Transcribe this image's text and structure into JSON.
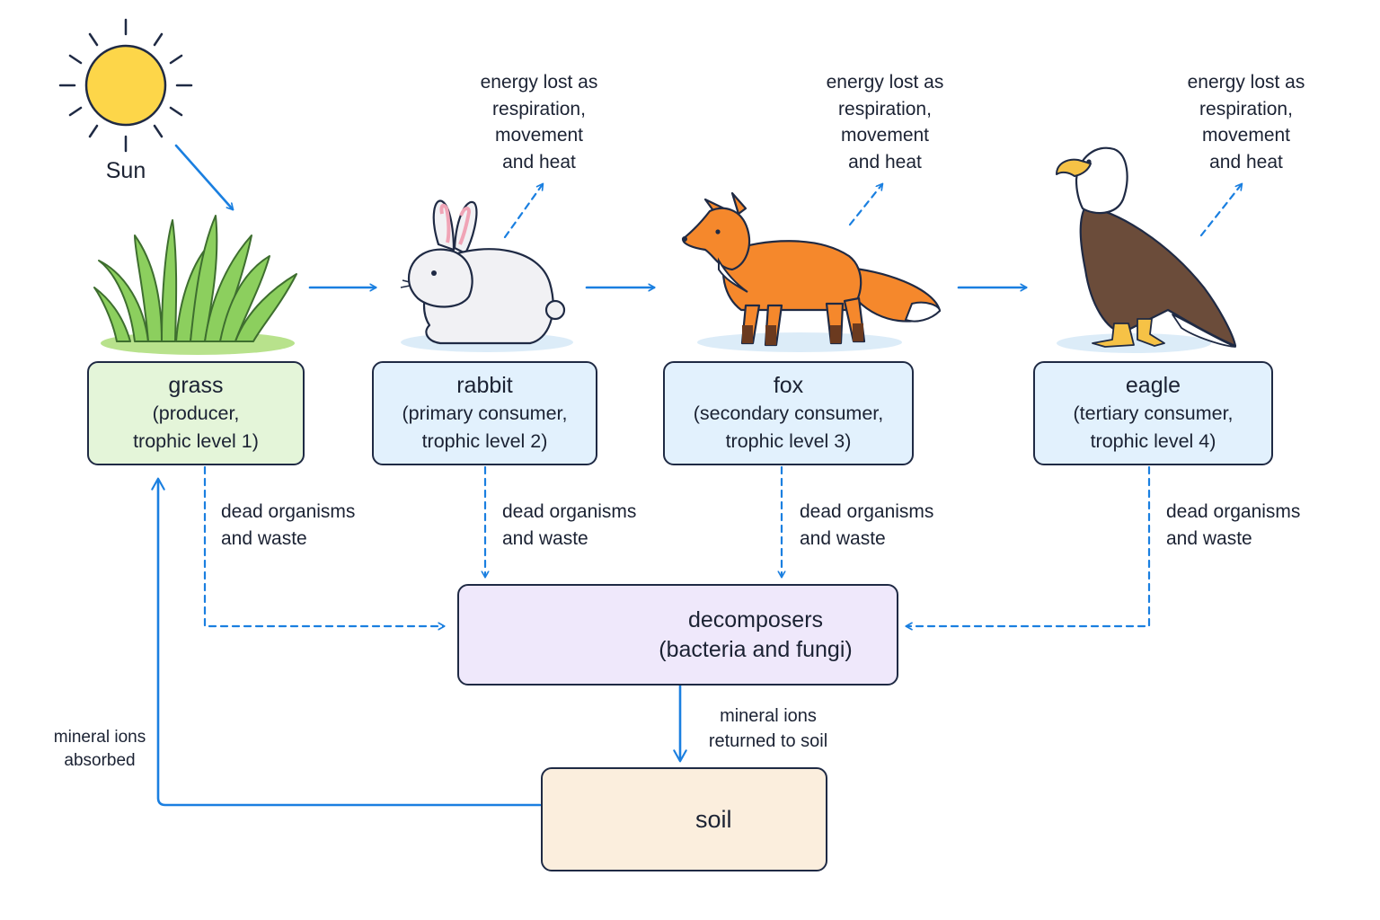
{
  "sun": {
    "label": "Sun"
  },
  "energy_loss_label": [
    "energy lost as",
    "respiration,",
    "movement",
    "and heat"
  ],
  "organisms": [
    {
      "id": "grass",
      "name": "grass",
      "line1": "(producer,",
      "line2": "trophic level 1)",
      "color": "#e4f5d9"
    },
    {
      "id": "rabbit",
      "name": "rabbit",
      "line1": "(primary consumer,",
      "line2": "trophic level 2)",
      "color": "#e2f1fd"
    },
    {
      "id": "fox",
      "name": "fox",
      "line1": "(secondary consumer,",
      "line2": "trophic level 3)",
      "color": "#e2f1fd"
    },
    {
      "id": "eagle",
      "name": "eagle",
      "line1": "(tertiary consumer,",
      "line2": "trophic level 4)",
      "color": "#e2f1fd"
    }
  ],
  "dead_label": [
    "dead organisms",
    "and waste"
  ],
  "decomposers": {
    "name": "decomposers",
    "detail": "(bacteria and fungi)",
    "color": "#efe8fb"
  },
  "mineral_return": [
    "mineral ions",
    "returned to soil"
  ],
  "mineral_absorb": [
    "mineral ions",
    "absorbed"
  ],
  "soil": {
    "name": "soil",
    "color": "#fbeedd"
  },
  "colors": {
    "arrow": "#1a7fe0",
    "box_border": "#1f2a44"
  }
}
